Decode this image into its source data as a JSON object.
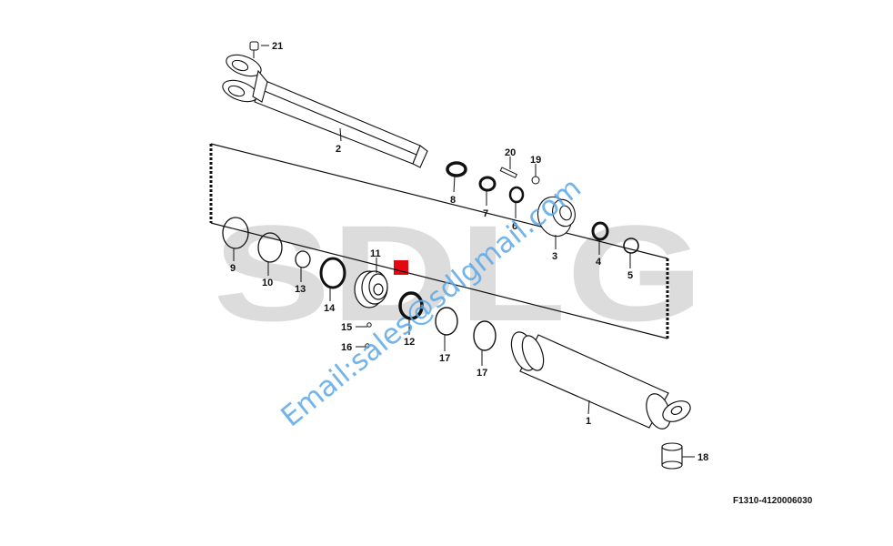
{
  "drawing_code": "F1310-4120006030",
  "watermark": {
    "brand_text": "SDLG",
    "brand_color": "#dcdcdc",
    "brand_accent_color": "#e30613",
    "email_text": "Email:sales@sdlgmail.com",
    "email_color": "#5aa8e6"
  },
  "callouts": [
    {
      "label": "1"
    },
    {
      "label": "2"
    },
    {
      "label": "3"
    },
    {
      "label": "4"
    },
    {
      "label": "5"
    },
    {
      "label": "6"
    },
    {
      "label": "7"
    },
    {
      "label": "8"
    },
    {
      "label": "9"
    },
    {
      "label": "10"
    },
    {
      "label": "11"
    },
    {
      "label": "12"
    },
    {
      "label": "13"
    },
    {
      "label": "14"
    },
    {
      "label": "15"
    },
    {
      "label": "16"
    },
    {
      "label": "17"
    },
    {
      "label": "17"
    },
    {
      "label": "18"
    },
    {
      "label": "19"
    },
    {
      "label": "20"
    },
    {
      "label": "21"
    }
  ]
}
